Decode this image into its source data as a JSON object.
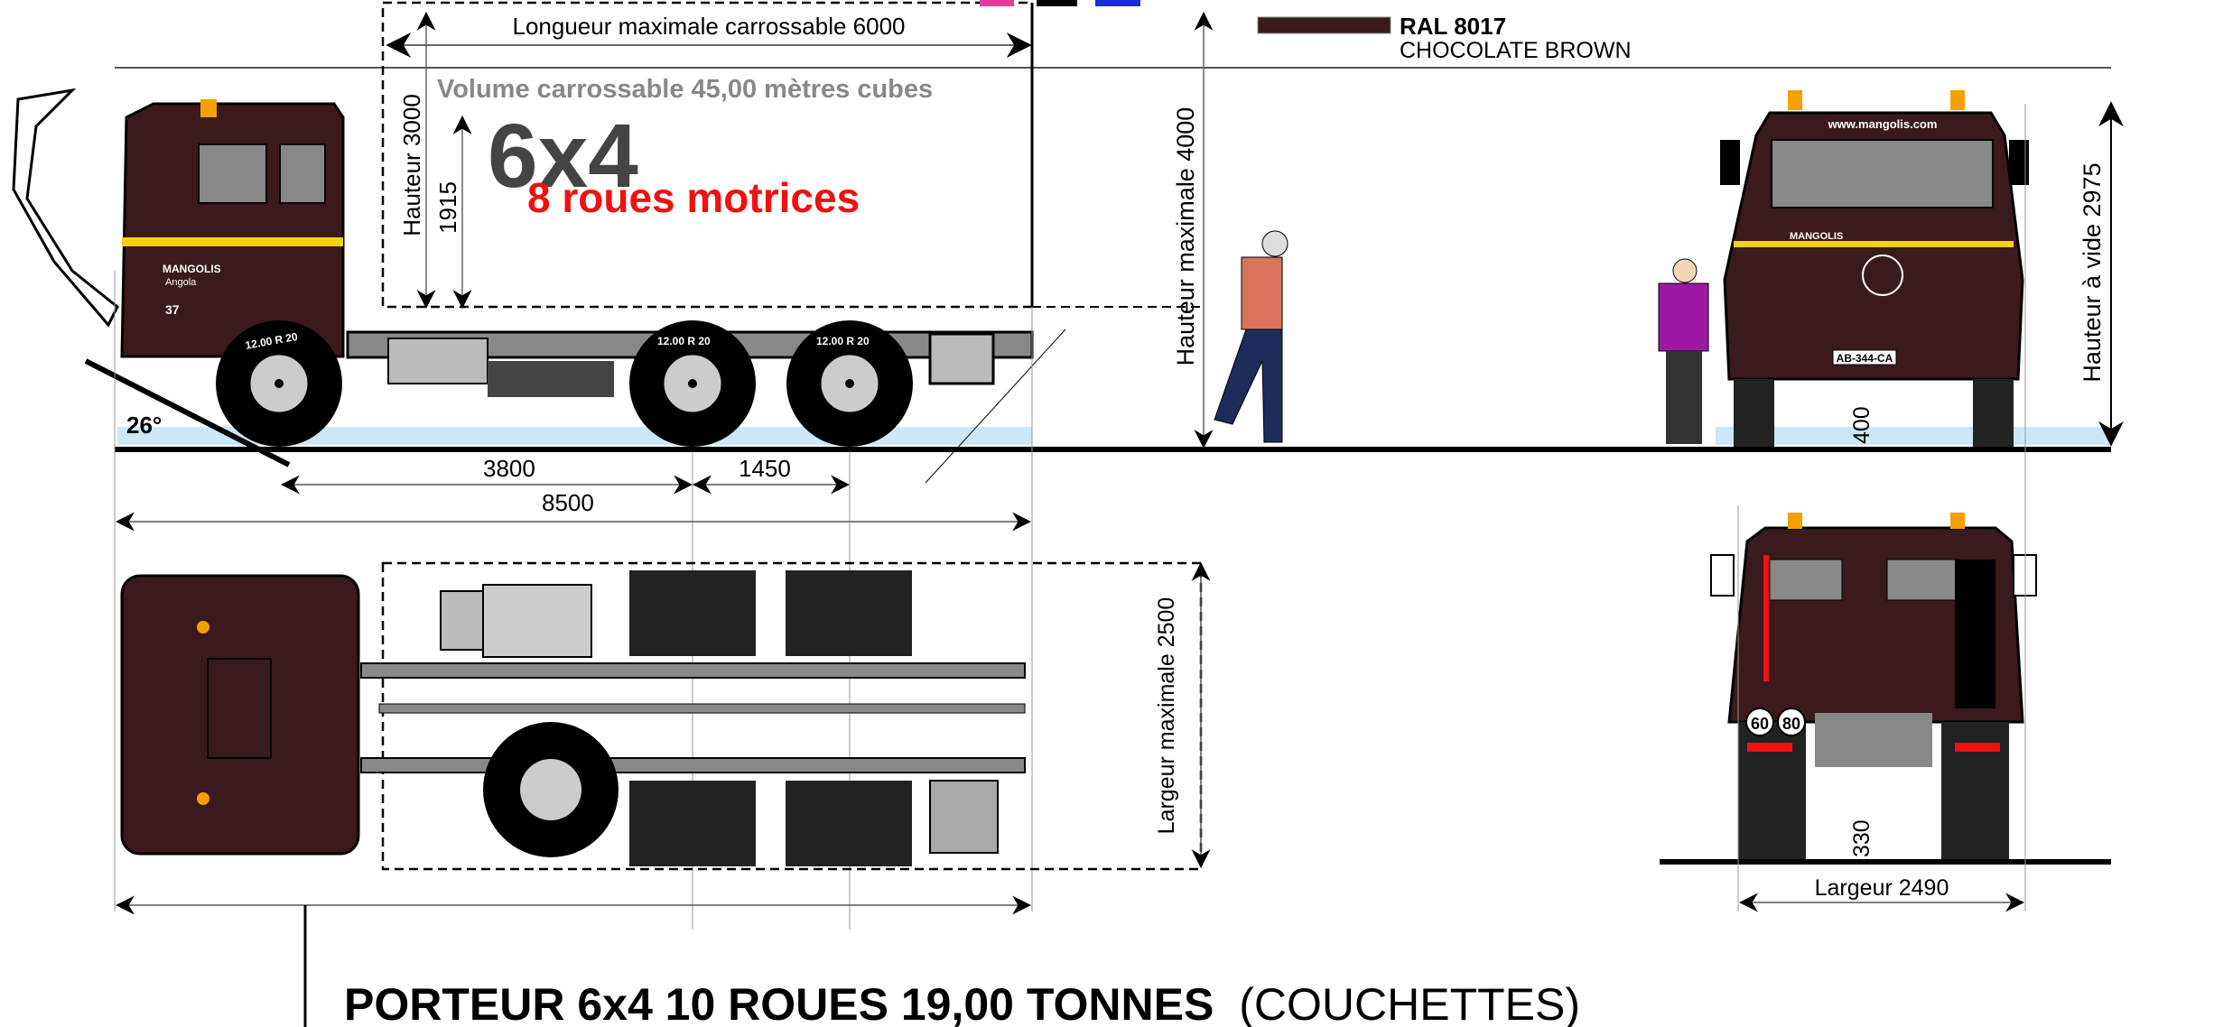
{
  "header": {
    "paint_code": "RAL 8017",
    "paint_name": "CHOCOLATE BROWN",
    "paint_color": "#3a1a1c"
  },
  "side_view": {
    "max_body_length": "Longueur maximale carrossable 6000",
    "body_volume": "Volume carrossable 45,00 mètres cubes",
    "config": "6x4",
    "drive_note": "8 roues motrices",
    "body_height": "Hauteur 3000",
    "floor_height": "1915",
    "max_height": "Hauteur maximale 4000",
    "approach_angle": "26°",
    "wheelbase": "3800",
    "tandem_spacing": "1450",
    "overall_length": "8500",
    "tire_label": "12.00 R 20",
    "cab_brand": "MANGOLIS",
    "cab_sub": "Angola",
    "cab_number": "37"
  },
  "top_view": {
    "max_width": "Largeur maximale 2500"
  },
  "front_view": {
    "website": "www.mangolis.com",
    "brand": "MANGOLIS",
    "plate": "AB-344-CA",
    "empty_height": "Hauteur à vide 2975",
    "ground_clearance": "400"
  },
  "rear_view": {
    "speed_1": "60",
    "speed_2": "80",
    "width": "Largeur 2490",
    "ground_clearance": "330"
  },
  "footer": {
    "title": "PORTEUR 6x4 10 ROUES 19,00 TONNES",
    "subtitle": "(COUCHETTES)"
  },
  "colors": {
    "cab": "#3a1a1c",
    "stripe": "#f2d21a",
    "accent_red": "#ee1111",
    "ground_tint": "#cce8f7",
    "beacon": "#f5a000"
  }
}
